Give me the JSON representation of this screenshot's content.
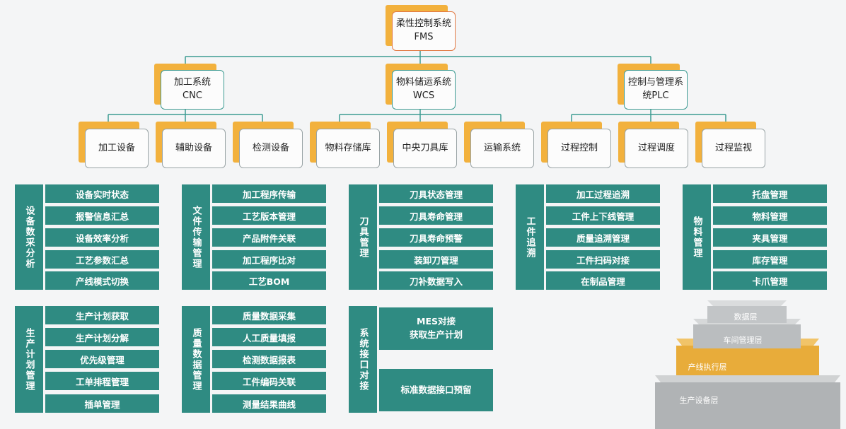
{
  "root": {
    "line1": "柔性控制系统",
    "line2": "FMS"
  },
  "subsystems": [
    {
      "id": "cnc",
      "line1": "加工系统",
      "line2": "CNC",
      "children": [
        "加工设备",
        "辅助设备",
        "检测设备"
      ]
    },
    {
      "id": "wcs",
      "line1": "物料储运系统",
      "line2": "WCS",
      "children": [
        "物料存储库",
        "中央刀具库",
        "运输系统"
      ]
    },
    {
      "id": "plc",
      "line1": "控制与管理系",
      "line2": "统PLC",
      "children": [
        "过程控制",
        "过程调度",
        "过程监视"
      ]
    }
  ],
  "modules": [
    {
      "id": "equipment-data",
      "title": "设备数采分析",
      "items": [
        "设备实时状态",
        "报警信息汇总",
        "设备效率分析",
        "工艺参数汇总",
        "产线模式切换"
      ]
    },
    {
      "id": "file-transfer",
      "title": "文件传输管理",
      "items": [
        "加工程序传输",
        "工艺版本管理",
        "产品附件关联",
        "加工程序比对",
        "工艺BOM"
      ]
    },
    {
      "id": "tool-mgmt",
      "title": "刀具管理",
      "items": [
        "刀具状态管理",
        "刀具寿命管理",
        "刀具寿命预警",
        "装卸刀管理",
        "刀补数据写入"
      ]
    },
    {
      "id": "workpiece-trace",
      "title": "工件追溯",
      "items": [
        "加工过程追溯",
        "工件上下线管理",
        "质量追溯管理",
        "工件扫码对接",
        "在制品管理"
      ]
    },
    {
      "id": "material-mgmt",
      "title": "物料管理",
      "items": [
        "托盘管理",
        "物料管理",
        "夹具管理",
        "库存管理",
        "卡爪管理"
      ]
    },
    {
      "id": "production-plan",
      "title": "生产计划管理",
      "items": [
        "生产计划获取",
        "生产计划分解",
        "优先级管理",
        "工单排程管理",
        "插单管理"
      ]
    },
    {
      "id": "quality-data",
      "title": "质量数据管理",
      "items": [
        "质量数据采集",
        "人工质量填报",
        "检测数据报表",
        "工件编码关联",
        "测量结果曲线"
      ]
    },
    {
      "id": "system-interface",
      "title": "系统接口对接",
      "items": [
        "MES对接\n获取生产计划",
        "标准数据接口预留"
      ]
    }
  ],
  "pyramid": {
    "colors": {
      "grey": "#b5b8ba",
      "orange": "#e8ac3a"
    },
    "layers": [
      {
        "label": "数据层",
        "highlight": false
      },
      {
        "label": "车间管理层",
        "highlight": false
      },
      {
        "label": "产线执行层",
        "highlight": true
      },
      {
        "label": "生产设备层",
        "highlight": false
      }
    ]
  },
  "colors": {
    "teal": "#2f8b82",
    "orange_accent": "#f2b13d",
    "root_border": "#e27b45",
    "connector": "#3d9b92"
  }
}
